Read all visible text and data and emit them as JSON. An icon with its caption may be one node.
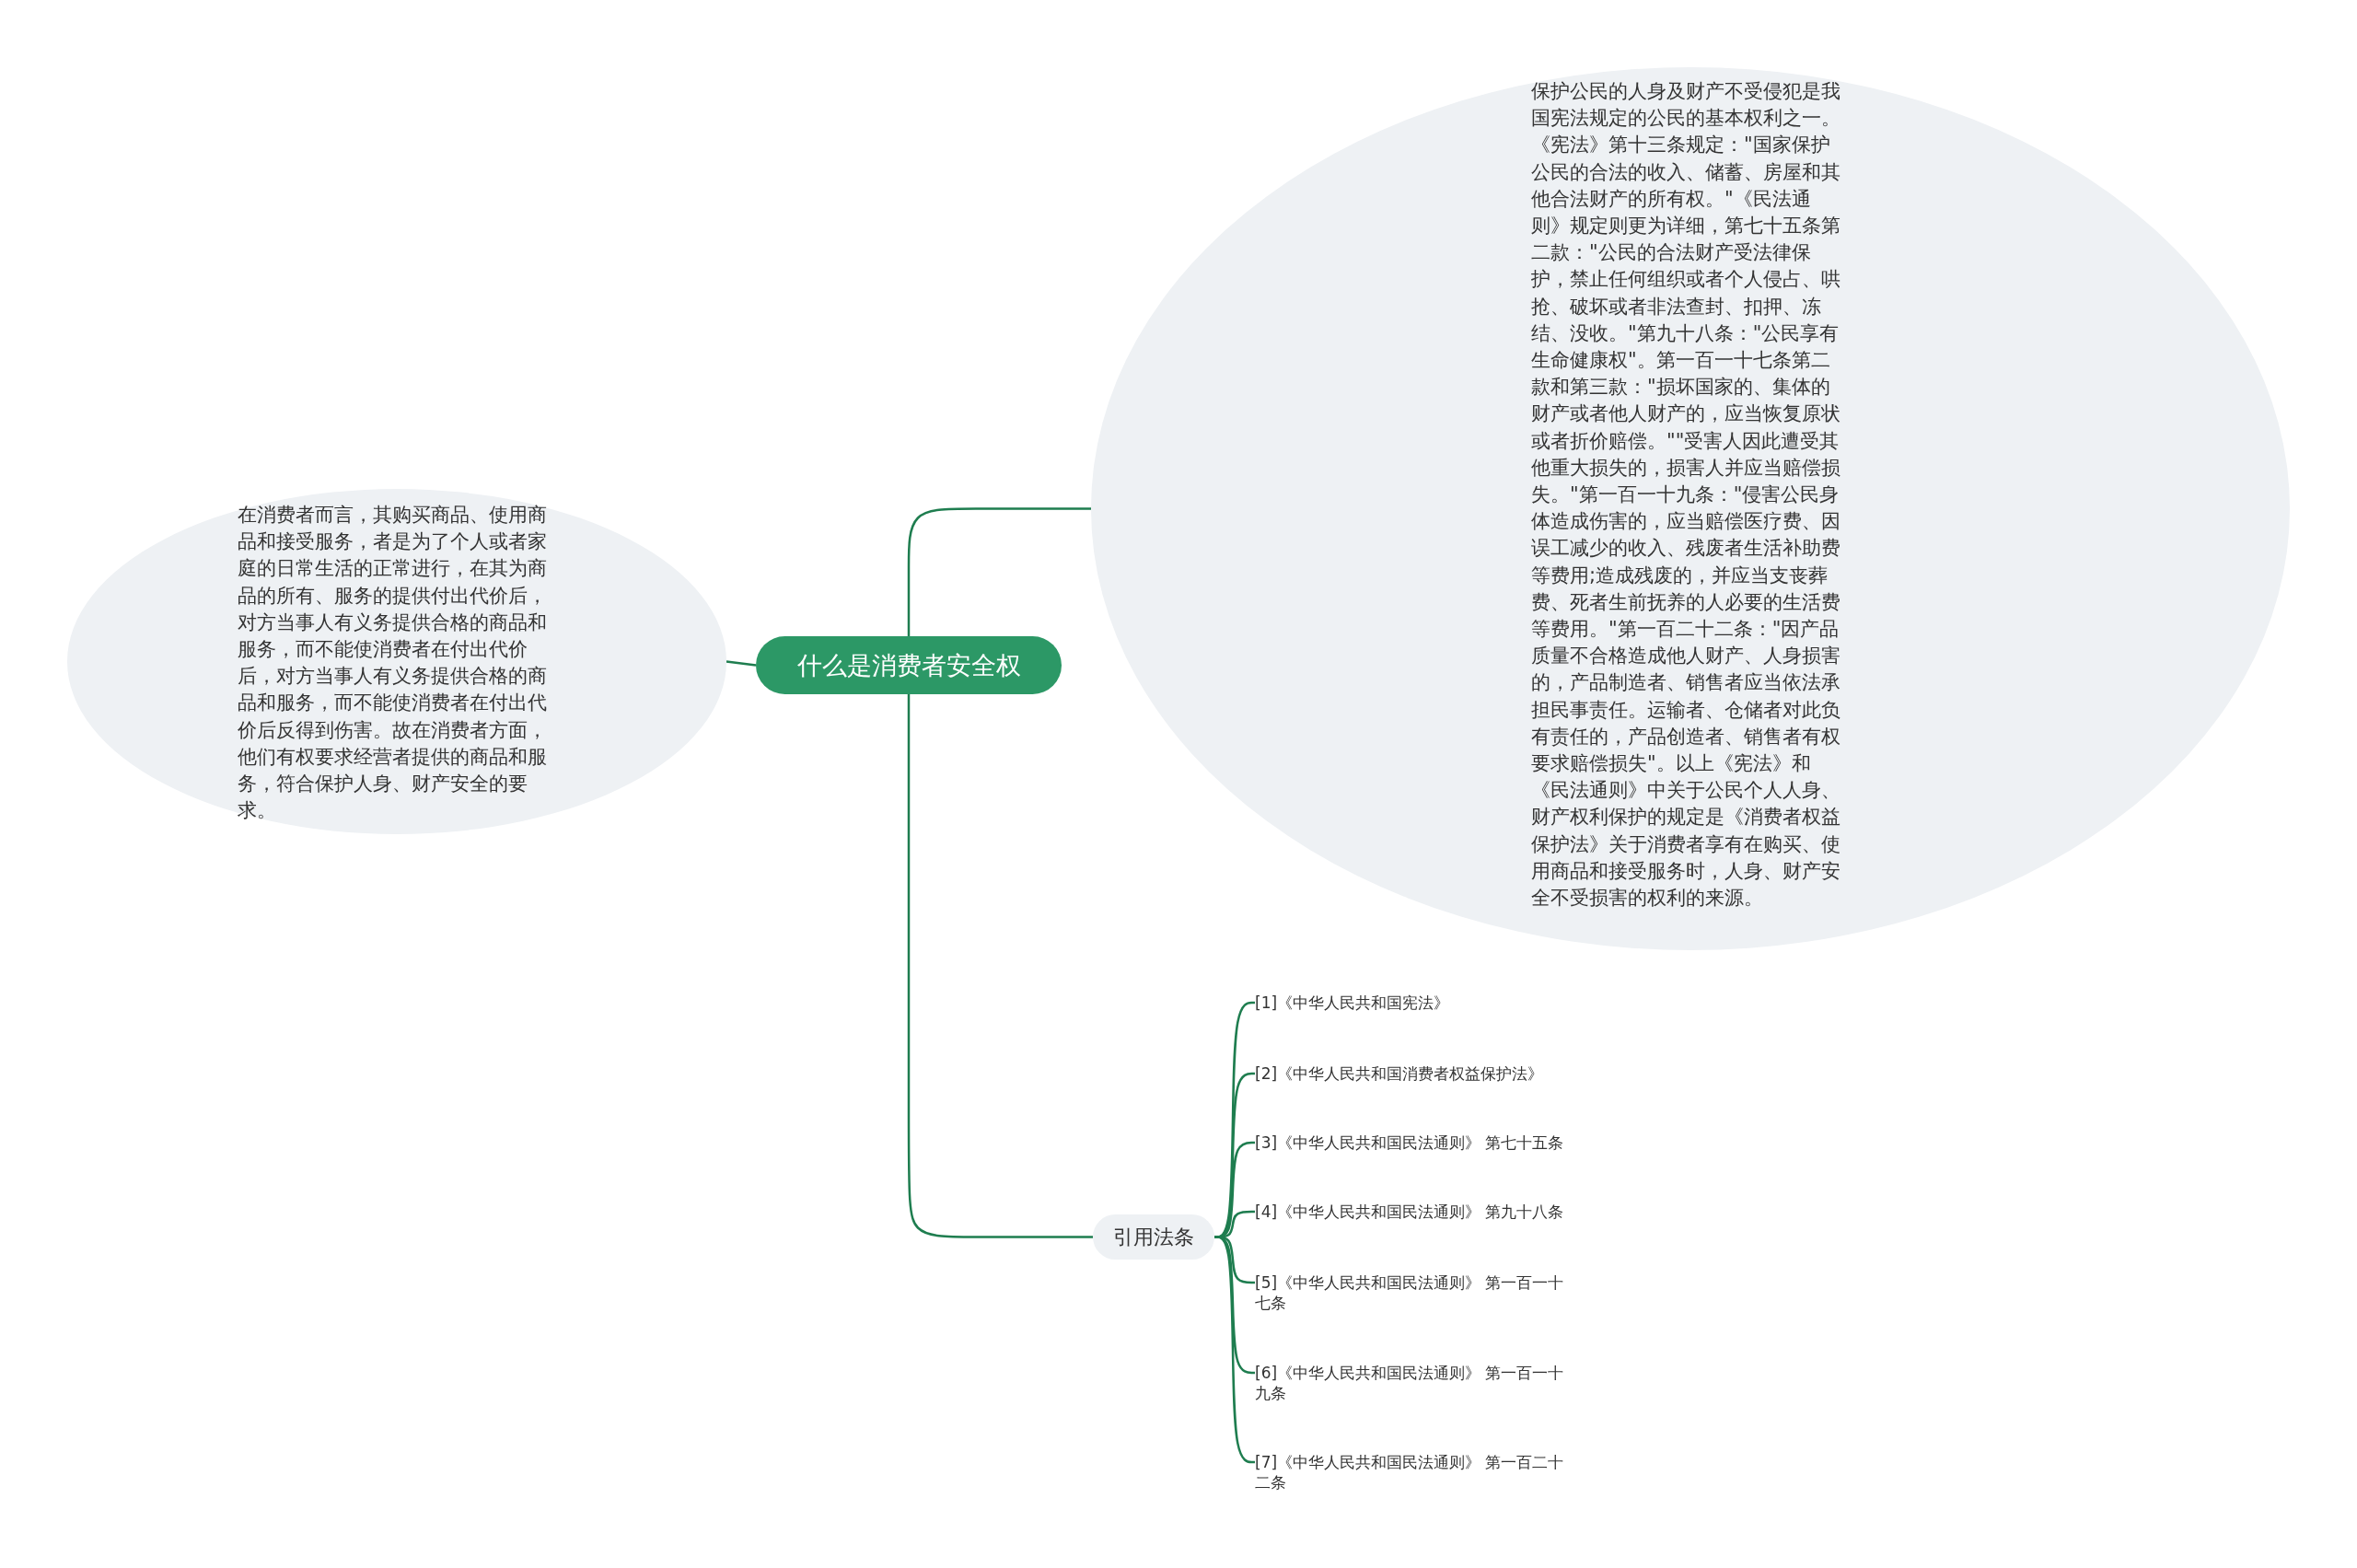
{
  "diagram": {
    "nodes": [
      {
        "text": [
          "什么是消费者安全权"
        ]
      },
      {
        "text": [
          "在消费者而言，其购买商品、使用商品和接受服务，者是为了个人或者家庭的日常生活的正常进行，在其为商品的所有、服务的提供付出代价后，对方当事人有义务提供合格的商品和服务，而不能使消费者在付出代价后，对方当事人有义务提供合格的商品和服务，而不能使消费者在付出代价后反得到伤害。故在消费者方面，他们有权要求经营者提供的商品和服务，符合保护人身、财产安全的要求。"
        ]
      },
      {
        "text": [
          "保护公民的人身及财产不受侵犯是我国宪法规定的公民的基本权利之一。《宪法》第十三条规定：\"国家保护公民的合法的收入、储蓄、房屋和其他合法财产的所有权。\"《民法通则》规定则更为详细，第七十五条第二款：\"公民的合法财产受法律保护，禁止任何组织或者个人侵占、哄抢、破坏或者非法查封、扣押、冻结、没收。\"第九十八条：\"公民享有生命健康权\"。第一百一十七条第二款和第三款：\"损坏国家的、集体的财产或者他人财产的，应当恢复原状或者折价赔偿。\"\"受害人因此遭受其他重大损失的，损害人并应当赔偿损失。\"第一百一十九条：\"侵害公民身体造成伤害的，应当赔偿医疗费、因误工减少的收入、残废者生活补助费等费用;造成残废的，并应当支丧葬费、死者生前抚养的人必要的生活费等费用。\"第一百二十二条：\"因产品质量不合格造成他人财产、人身损害的，产品制造者、销售者应当依法承担民事责任。运输者、仓储者对此负有责任的，产品创造者、销售者有权要求赔偿损失\"。以上《宪法》和《民法通则》中关于公民个人人身、财产权利保护的规定是《消费者权益保护法》关于消费者享有在购买、使用商品和接受服务时，人身、财产安全不受损害的权利的来源。"
        ]
      },
      {
        "text": [
          "引用法条"
        ]
      },
      {
        "text": [
          "[1]《中华人民共和国宪法》"
        ]
      },
      {
        "text": [
          "[2]《中华人民共和国消费者权益保护法》"
        ]
      },
      {
        "text": [
          "[3]《中华人民共和国民法通则》 第七十五条"
        ]
      },
      {
        "text": [
          "[4]《中华人民共和国民法通则》 第九十八条"
        ]
      },
      {
        "text": [
          "[5]《中华人民共和国民法通则》 第一百一十七条"
        ]
      },
      {
        "text": [
          "[6]《中华人民共和国民法通则》 第一百一十九条"
        ]
      },
      {
        "text": [
          "[7]《中华人民共和国民法通则》 第一百二十二条"
        ]
      }
    ],
    "edges": [
      {
        "from": 0,
        "to": 1,
        "arrow": "none"
      },
      {
        "from": 0,
        "to": 2,
        "arrow": "none"
      },
      {
        "from": 0,
        "to": 3,
        "arrow": "none"
      },
      {
        "from": 3,
        "to": 4,
        "arrow": "none"
      },
      {
        "from": 3,
        "to": 5,
        "arrow": "none"
      },
      {
        "from": 3,
        "to": 6,
        "arrow": "none"
      },
      {
        "from": 3,
        "to": 7,
        "arrow": "none"
      },
      {
        "from": 3,
        "to": 8,
        "arrow": "none"
      },
      {
        "from": 3,
        "to": 9,
        "arrow": "none"
      },
      {
        "from": 3,
        "to": 10,
        "arrow": "none"
      }
    ]
  }
}
